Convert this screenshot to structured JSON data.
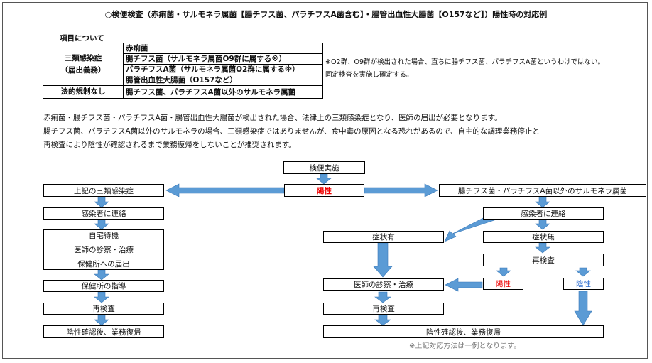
{
  "title": "○検便検査（赤痢菌・サルモネラ属菌【腸チフス菌、パラチフスA菌含む】・腸管出血性大腸菌【O157など】）陽性時の対応例",
  "section_heading": "項目について",
  "table": {
    "group1_label_line1": "三類感染症",
    "group1_label_line2": "（届出義務）",
    "group1_items": [
      "赤痢菌",
      "腸チフス菌（サルモネラ属菌O9群に属する※）",
      "パラチフスA菌（サルモネラ属菌O2群に属する※）",
      "腸管出血性大腸菌（O157など）"
    ],
    "group2_label": "法的規制なし",
    "group2_item": "腸チフス菌、パラチフスA菌以外のサルモネラ属菌"
  },
  "note_line1": "※O2群、O9群が検出された場合、直ちに腸チフス菌、パラチフスA菌というわけではない。",
  "note_line2": "同定検査を実施し確定する。",
  "paragraph": [
    "赤痢菌・腸チフス菌・パラチフスA菌・腸管出血性大腸菌が検出された場合、法律上の三類感染症となり、医師の届出が必要となります。",
    "腸チフス菌、パラチフスA菌以外のサルモネラの場合、三類感染症ではありませんが、食中毒の原因となる恐れがあるので、自主的な調理業務停止と",
    "再検査により陰性が確認されるまで業務復帰をしないことが推奨されます。"
  ],
  "flow": {
    "start": "検便実施",
    "positive": "陽性",
    "left_head": "上記の三類感染症",
    "left_contact": "感染者に連絡",
    "left_multi": [
      "自宅待機",
      "医師の診察・治療",
      "保健所への届出"
    ],
    "left_guidance": "保健所の指導",
    "left_retest": "再検査",
    "left_return": "陰性確認後、業務復帰",
    "right_head": "腸チフス菌・パラチフスA菌以外のサルモネラ属菌",
    "right_contact": "感染者に連絡",
    "symptoms_yes": "症状有",
    "symptoms_no": "症状無",
    "retest": "再検査",
    "result_pos": "陽性",
    "result_neg": "陰性",
    "treatment": "医師の診察・治療",
    "mid_retest": "再検査",
    "right_return": "陰性確認後、業務復帰"
  },
  "footnote": "※上記対応方法は一例となります。",
  "colors": {
    "arrow": "#5b9bd5",
    "positive": "#e00000",
    "negative": "#2f6ecf"
  }
}
